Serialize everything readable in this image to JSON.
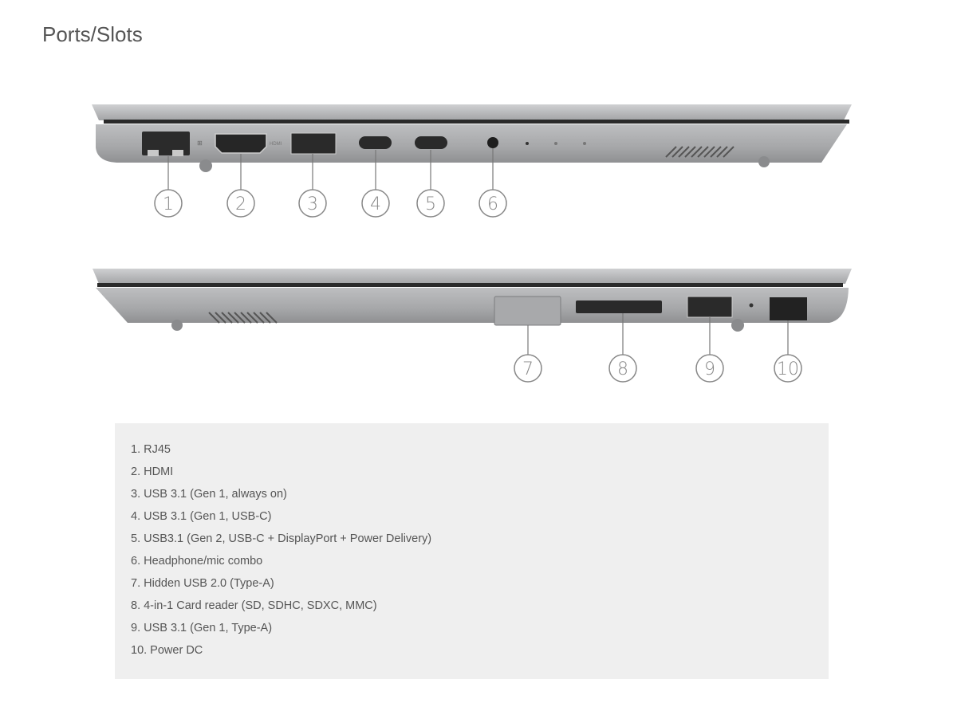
{
  "page": {
    "title": "Ports/Slots"
  },
  "images": {
    "left_side": {
      "port_markings": {
        "hdmi": "HDMI"
      },
      "callouts": [
        "1",
        "2",
        "3",
        "4",
        "5",
        "6"
      ]
    },
    "right_side": {
      "callouts": [
        "7",
        "8",
        "9",
        "10"
      ]
    }
  },
  "ports": [
    "1. RJ45",
    "2. HDMI",
    "3. USB 3.1 (Gen 1, always on)",
    "4. USB 3.1 (Gen 1, USB-C)",
    "5. USB3.1 (Gen 2, USB-C + DisplayPort + Power Delivery)",
    "6. Headphone/mic combo",
    "7. Hidden USB 2.0 (Type-A)",
    "8. 4-in-1 Card reader (SD, SDHC, SDXC, MMC)",
    "9. USB 3.1 (Gen 1, Type-A)",
    "10. Power DC"
  ],
  "colors": {
    "chassis": "#a9aaac",
    "panel": "#efefef",
    "text": "#555555"
  }
}
